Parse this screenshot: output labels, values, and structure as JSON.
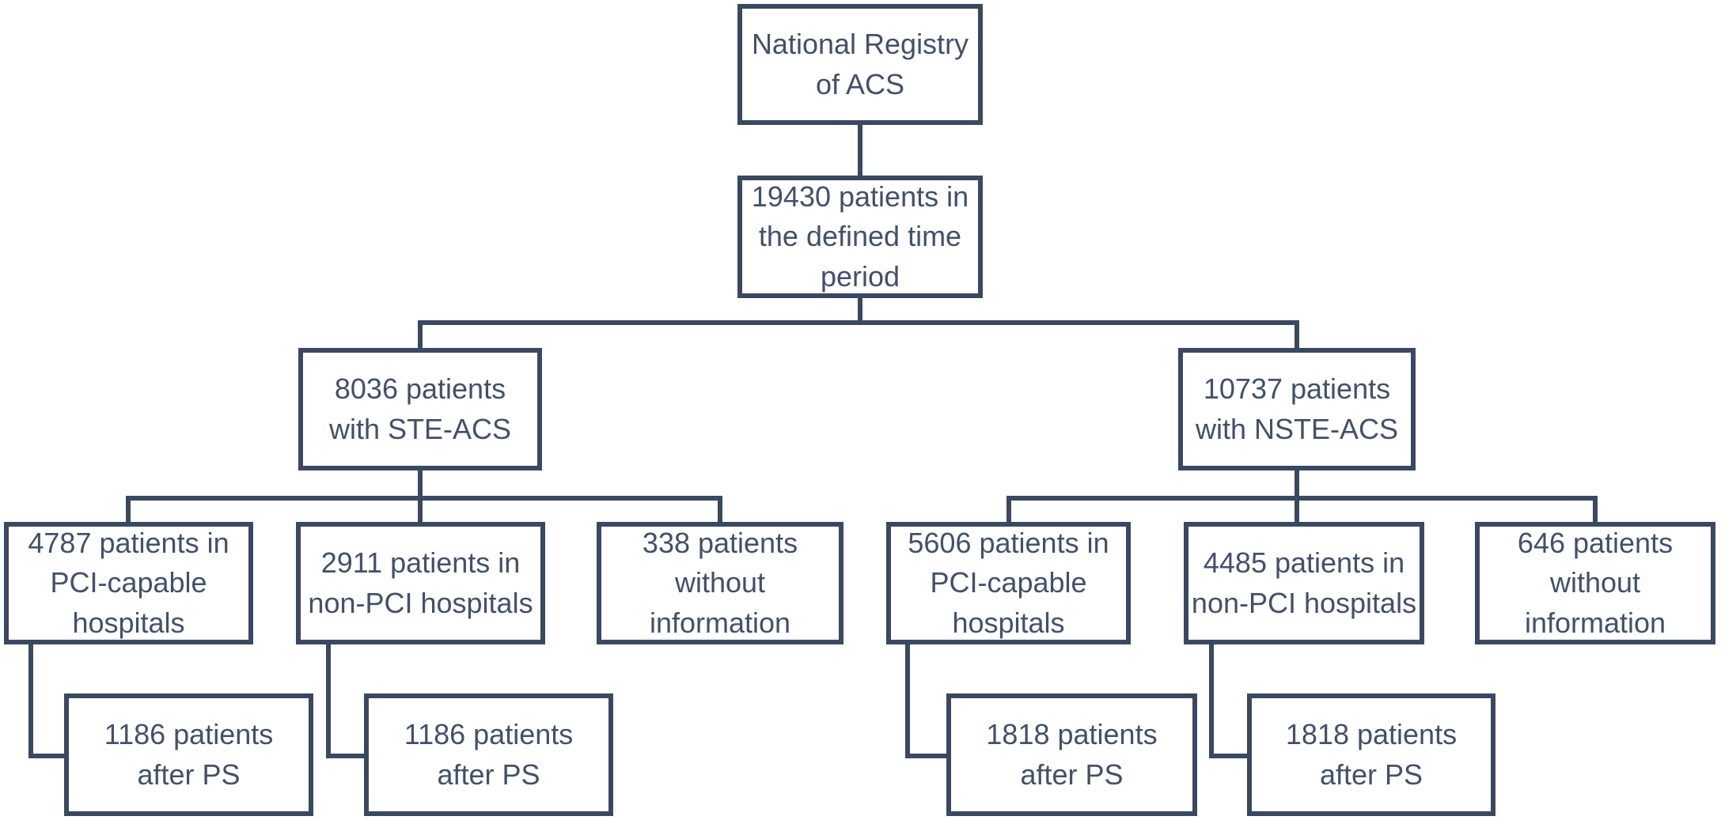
{
  "diagram": {
    "type": "flowchart",
    "colors": {
      "line": "#3a4961",
      "text": "#42506b",
      "background": "#ffffff"
    },
    "nodes": {
      "registry": {
        "id": "national-registry",
        "label": "National Registry\nof ACS"
      },
      "period": {
        "id": "defined-period",
        "label": "19430 patients in\nthe defined time\nperiod",
        "count": 19430
      },
      "ste": {
        "id": "ste-acs",
        "label": "8036 patients\nwith STE-ACS",
        "count": 8036
      },
      "nste": {
        "id": "nste-acs",
        "label": "10737 patients\nwith NSTE-ACS",
        "count": 10737
      },
      "stePci": {
        "id": "ste-pci-hospitals",
        "label": "4787 patients in\nPCI-capable\nhospitals",
        "count": 4787
      },
      "steNonPci": {
        "id": "ste-non-pci-hospitals",
        "label": "2911 patients in\nnon-PCI hospitals",
        "count": 2911
      },
      "steNoInfo": {
        "id": "ste-no-information",
        "label": "338 patients\nwithout\ninformation",
        "count": 338
      },
      "nstePci": {
        "id": "nste-pci-hospitals",
        "label": "5606 patients in\nPCI-capable\nhospitals",
        "count": 5606
      },
      "nsteNonPci": {
        "id": "nste-non-pci-hospitals",
        "label": "4485 patients in\nnon-PCI hospitals",
        "count": 4485
      },
      "nsteNoInfo": {
        "id": "nste-no-information",
        "label": "646 patients\nwithout\ninformation",
        "count": 646
      },
      "stePciPs": {
        "id": "ste-pci-after-ps",
        "label": "1186 patients\nafter PS",
        "count": 1186
      },
      "steNonPciPs": {
        "id": "ste-non-pci-after-ps",
        "label": "1186 patients\nafter PS",
        "count": 1186
      },
      "nstePciPs": {
        "id": "nste-pci-after-ps",
        "label": "1818 patients\nafter PS",
        "count": 1818
      },
      "nsteNonPciPs": {
        "id": "nste-non-pci-after-ps",
        "label": "1818 patients\nafter PS",
        "count": 1818
      }
    },
    "edges": [
      {
        "from": "national-registry",
        "to": "defined-period"
      },
      {
        "from": "defined-period",
        "to": "ste-acs"
      },
      {
        "from": "defined-period",
        "to": "nste-acs"
      },
      {
        "from": "ste-acs",
        "to": "ste-pci-hospitals"
      },
      {
        "from": "ste-acs",
        "to": "ste-non-pci-hospitals"
      },
      {
        "from": "ste-acs",
        "to": "ste-no-information"
      },
      {
        "from": "nste-acs",
        "to": "nste-pci-hospitals"
      },
      {
        "from": "nste-acs",
        "to": "nste-non-pci-hospitals"
      },
      {
        "from": "nste-acs",
        "to": "nste-no-information"
      },
      {
        "from": "ste-pci-hospitals",
        "to": "ste-pci-after-ps"
      },
      {
        "from": "ste-non-pci-hospitals",
        "to": "ste-non-pci-after-ps"
      },
      {
        "from": "nste-pci-hospitals",
        "to": "nste-pci-after-ps"
      },
      {
        "from": "nste-non-pci-hospitals",
        "to": "nste-non-pci-after-ps"
      }
    ]
  }
}
